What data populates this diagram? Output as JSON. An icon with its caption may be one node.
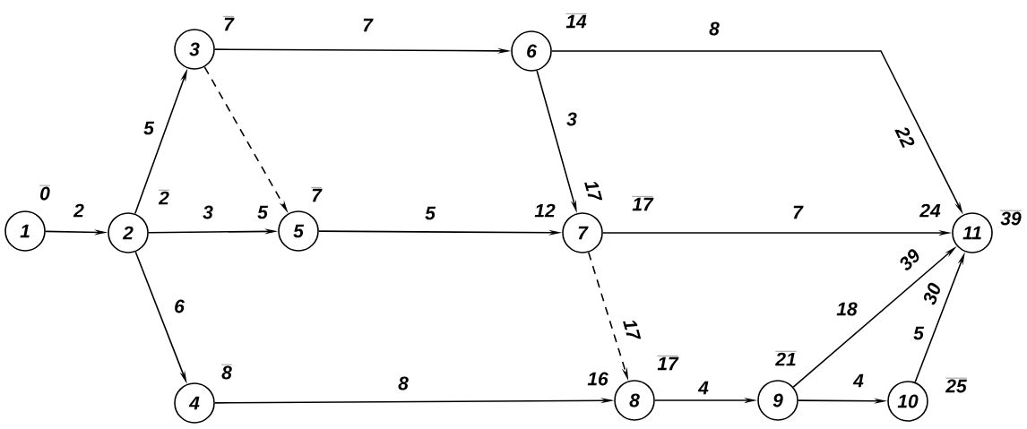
{
  "diagram": {
    "nodes": [
      {
        "text": [
          "1"
        ],
        "beside": [
          "0"
        ]
      },
      {
        "text": [
          "2"
        ],
        "beside": [
          "2"
        ]
      },
      {
        "text": [
          "3"
        ],
        "beside": [
          "7"
        ]
      },
      {
        "text": [
          "4"
        ],
        "beside": [
          "8"
        ]
      },
      {
        "text": [
          "5"
        ],
        "beside": [
          "7"
        ]
      },
      {
        "text": [
          "6"
        ],
        "beside": [
          "14"
        ]
      },
      {
        "text": [
          "7"
        ],
        "beside": [
          "17"
        ]
      },
      {
        "text": [
          "8"
        ],
        "beside": [
          "17"
        ]
      },
      {
        "text": [
          "9"
        ],
        "beside": [
          "21"
        ]
      },
      {
        "text": [
          "10"
        ],
        "beside": [
          "25"
        ]
      },
      {
        "text": [
          "11"
        ],
        "beside": [
          "39"
        ]
      }
    ],
    "edges": [
      {
        "from": 0,
        "to": 1,
        "arrow": "to",
        "label": "2"
      },
      {
        "from": 1,
        "to": 2,
        "arrow": "to",
        "label": "5"
      },
      {
        "from": 1,
        "to": 4,
        "arrow": "to",
        "label": "3"
      },
      {
        "from": 1,
        "to": 3,
        "arrow": "to",
        "label": "6"
      },
      {
        "from": 2,
        "to": 5,
        "arrow": "to",
        "label": "7"
      },
      {
        "from": 2,
        "to": 4,
        "arrow": "to",
        "style": "dashed"
      },
      {
        "from": 5,
        "to": 10,
        "arrow": "to",
        "label": "8"
      },
      {
        "from": 5,
        "to": 6,
        "arrow": "to",
        "label": "3"
      },
      {
        "from": 4,
        "to": 6,
        "arrow": "to",
        "label": "5"
      },
      {
        "from": 6,
        "to": 10,
        "arrow": "to",
        "label": "7"
      },
      {
        "from": 6,
        "to": 7,
        "arrow": "to",
        "style": "dashed"
      },
      {
        "from": 3,
        "to": 7,
        "arrow": "to",
        "label": "8"
      },
      {
        "from": 7,
        "to": 8,
        "arrow": "to",
        "label": "4"
      },
      {
        "from": 8,
        "to": 10,
        "arrow": "to",
        "label": "18"
      },
      {
        "from": 8,
        "to": 9,
        "arrow": "to",
        "label": "4"
      },
      {
        "from": 9,
        "to": 10,
        "arrow": "to",
        "label": "5"
      }
    ],
    "labels": [
      "22",
      "17",
      "5",
      "12",
      "24",
      "39",
      "30",
      "17",
      "16"
    ]
  }
}
